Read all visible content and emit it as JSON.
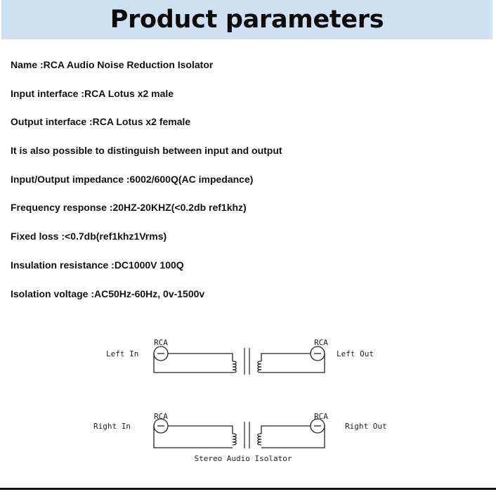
{
  "header": {
    "title": "Product parameters"
  },
  "params": [
    "Name :RCA Audio Noise Reduction Isolator",
    "Input interface :RCA Lotus x2 male",
    "Output interface :RCA Lotus x2 female",
    "It is also possible to distinguish between input and output",
    "Input/Output impedance :6002/600Q(AC impedance)",
    "Frequency response :20HZ-20KHZ(<0.2db ref1khz)",
    "Fixed loss :<0.7db(ref1khz1Vrms)",
    "Insulation resistance :DC1000V 100Q",
    "Isolation voltage :AC50Hz-60Hz, 0v-1500v"
  ],
  "diagram": {
    "rca_label": "RCA",
    "left_in": "Left In",
    "left_out": "Left Out",
    "right_in": "Right In",
    "right_out": "Right Out",
    "caption": "Stereo Audio Isolator"
  }
}
